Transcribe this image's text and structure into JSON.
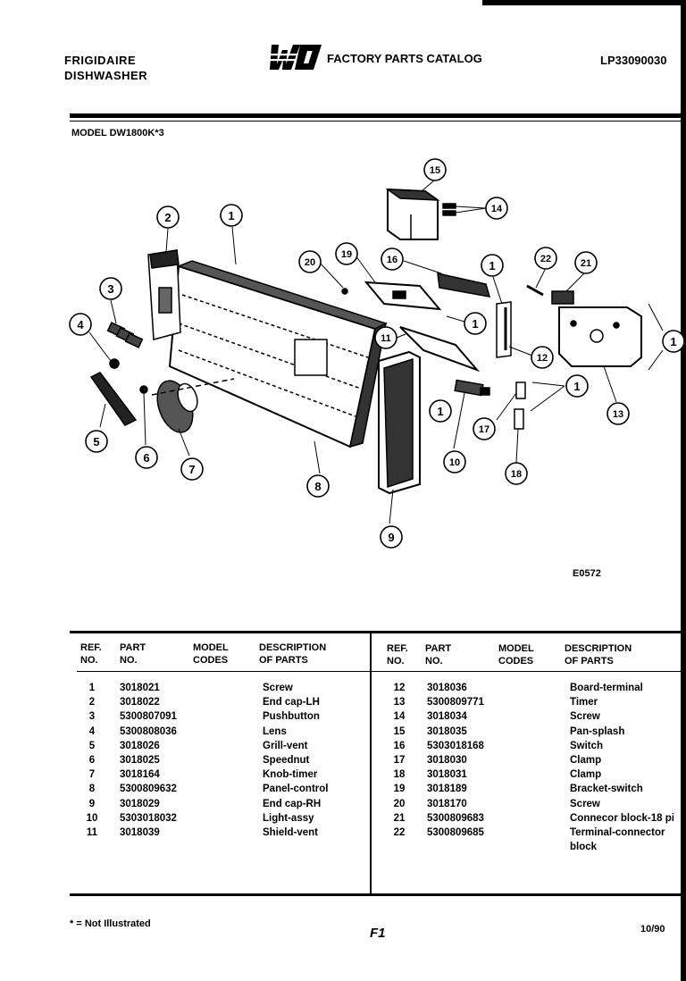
{
  "header": {
    "brand_line1": "FRIGIDAIRE",
    "brand_line2": "DISHWASHER",
    "logo_text": "WCI",
    "catalog_title": "FACTORY PARTS CATALOG",
    "doc_number": "LP33090030"
  },
  "model": "MODEL DW1800K*3",
  "diagram": {
    "code": "E0572",
    "callouts": [
      "1",
      "2",
      "3",
      "4",
      "5",
      "6",
      "7",
      "8",
      "9",
      "10",
      "11",
      "12",
      "13",
      "14",
      "15",
      "16",
      "17",
      "18",
      "19",
      "20",
      "21",
      "22"
    ]
  },
  "table": {
    "headers": {
      "ref": "REF.\nNO.",
      "part": "PART\nNO.",
      "model": "MODEL\nCODES",
      "desc": "DESCRIPTION\nOF PARTS"
    },
    "left_rows": [
      {
        "ref": "1",
        "part": "3018021",
        "model": "",
        "desc": "Screw"
      },
      {
        "ref": "2",
        "part": "3018022",
        "model": "",
        "desc": "End cap-LH"
      },
      {
        "ref": "3",
        "part": "5300807091",
        "model": "",
        "desc": "Pushbutton"
      },
      {
        "ref": "4",
        "part": "5300808036",
        "model": "",
        "desc": "Lens"
      },
      {
        "ref": "5",
        "part": "3018026",
        "model": "",
        "desc": "Grill-vent"
      },
      {
        "ref": "6",
        "part": "3018025",
        "model": "",
        "desc": "Speednut"
      },
      {
        "ref": "7",
        "part": "3018164",
        "model": "",
        "desc": "Knob-timer"
      },
      {
        "ref": "8",
        "part": "5300809632",
        "model": "",
        "desc": "Panel-control"
      },
      {
        "ref": "9",
        "part": "3018029",
        "model": "",
        "desc": "End cap-RH"
      },
      {
        "ref": "10",
        "part": "5303018032",
        "model": "",
        "desc": "Light-assy"
      },
      {
        "ref": "11",
        "part": "3018039",
        "model": "",
        "desc": "Shield-vent"
      }
    ],
    "right_rows": [
      {
        "ref": "12",
        "part": "3018036",
        "model": "",
        "desc": "Board-terminal"
      },
      {
        "ref": "13",
        "part": "5300809771",
        "model": "",
        "desc": "Timer"
      },
      {
        "ref": "14",
        "part": "3018034",
        "model": "",
        "desc": "Screw"
      },
      {
        "ref": "15",
        "part": "3018035",
        "model": "",
        "desc": "Pan-splash"
      },
      {
        "ref": "16",
        "part": "5303018168",
        "model": "",
        "desc": "Switch"
      },
      {
        "ref": "17",
        "part": "3018030",
        "model": "",
        "desc": "Clamp"
      },
      {
        "ref": "18",
        "part": "3018031",
        "model": "",
        "desc": "Clamp"
      },
      {
        "ref": "19",
        "part": "3018189",
        "model": "",
        "desc": "Bracket-switch"
      },
      {
        "ref": "20",
        "part": "3018170",
        "model": "",
        "desc": "Screw"
      },
      {
        "ref": "21",
        "part": "5300809683",
        "model": "",
        "desc": "Connecor block-18 pi"
      },
      {
        "ref": "22",
        "part": "5300809685",
        "model": "",
        "desc": "Terminal-connector"
      },
      {
        "ref": "",
        "part": "",
        "model": "",
        "desc": "block"
      }
    ]
  },
  "footer": {
    "note": "* = Not Illustrated",
    "page": "F1",
    "date": "10/90"
  }
}
